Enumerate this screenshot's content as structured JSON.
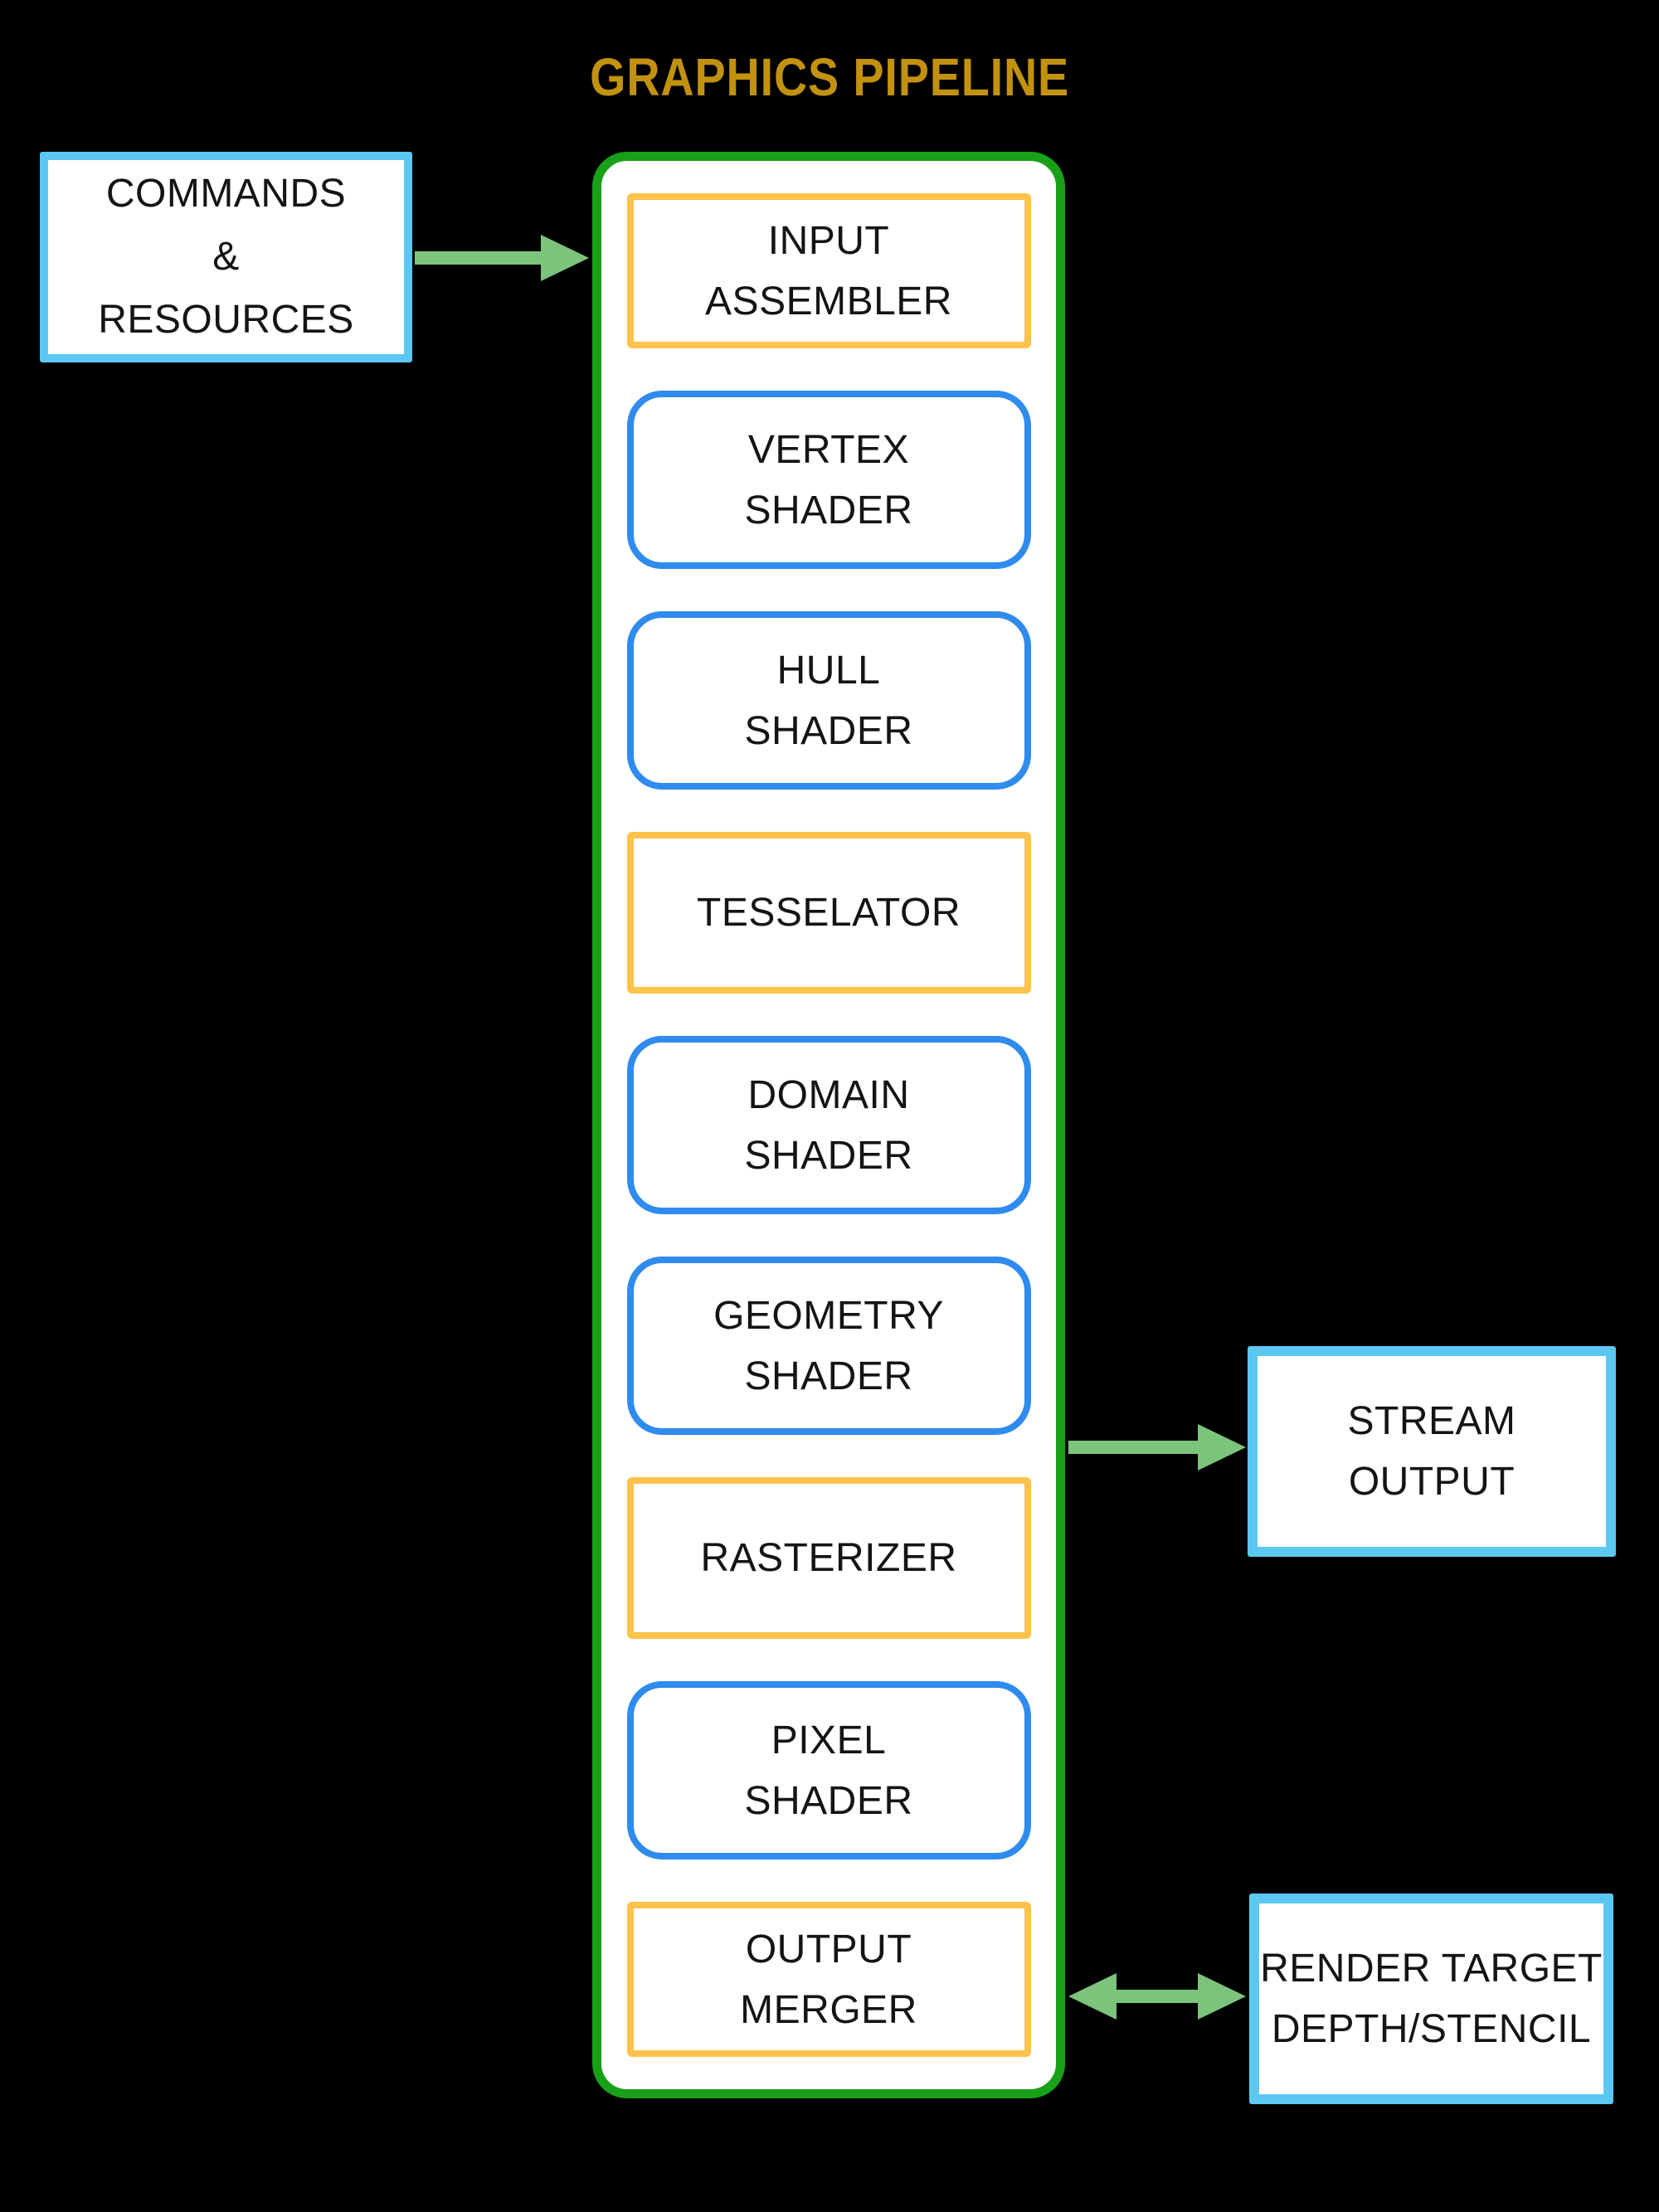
{
  "title": {
    "text": "GRAPHICS PIPELINE"
  },
  "boxes": {
    "commands": {
      "label": "COMMANDS & RESOURCES",
      "text": "COMMANDS\n&\nRESOURCES"
    },
    "stream_output": {
      "label": "STREAM OUTPUT",
      "text": "STREAM\nOUTPUT"
    },
    "render_target": {
      "label": "RENDER TARGET DEPTH/STENCIL",
      "text": "RENDER TARGET\nDEPTH/STENCIL"
    }
  },
  "pipeline": {
    "name": "graphics-pipeline",
    "stages": [
      {
        "id": "input-assembler",
        "label": "INPUT ASSEMBLER",
        "text": "INPUT\nASSEMBLER",
        "kind": "fixed"
      },
      {
        "id": "vertex-shader",
        "label": "VERTEX SHADER",
        "text": "VERTEX\nSHADER",
        "kind": "shader"
      },
      {
        "id": "hull-shader",
        "label": "HULL SHADER",
        "text": "HULL\nSHADER",
        "kind": "shader"
      },
      {
        "id": "tesselator",
        "label": "TESSELATOR",
        "text": "TESSELATOR",
        "kind": "fixed"
      },
      {
        "id": "domain-shader",
        "label": "DOMAIN SHADER",
        "text": "DOMAIN\nSHADER",
        "kind": "shader"
      },
      {
        "id": "geometry-shader",
        "label": "GEOMETRY SHADER",
        "text": "GEOMETRY\nSHADER",
        "kind": "shader"
      },
      {
        "id": "rasterizer",
        "label": "RASTERIZER",
        "text": "RASTERIZER",
        "kind": "fixed"
      },
      {
        "id": "pixel-shader",
        "label": "PIXEL SHADER",
        "text": "PIXEL\nSHADER",
        "kind": "shader"
      },
      {
        "id": "output-merger",
        "label": "OUTPUT MERGER",
        "text": "OUTPUT\nMERGER",
        "kind": "fixed"
      }
    ]
  },
  "arrows": [
    {
      "id": "commands-to-pipeline",
      "direction": "right"
    },
    {
      "id": "geometry-to-stream-output",
      "direction": "right"
    },
    {
      "id": "output-merger-to-render-target",
      "direction": "both"
    }
  ],
  "colors": {
    "background": "#000000",
    "title": "#C2920E",
    "container_border": "#18A018",
    "shader_border": "#2F8BEE",
    "fixed_function_border": "#FFC24A",
    "external_border": "#5BC8F2",
    "arrow": "#7CC47C",
    "box_fill": "#FFFFFF",
    "text": "#141414"
  }
}
